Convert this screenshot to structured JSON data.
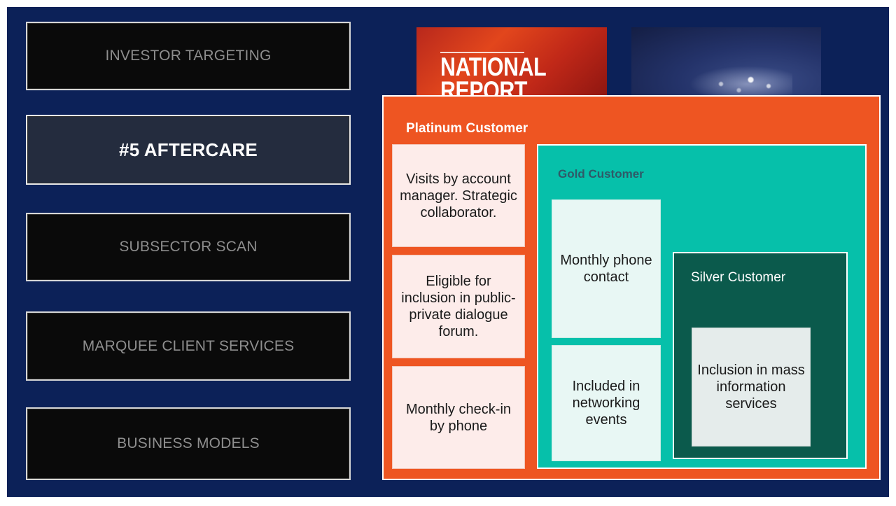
{
  "nav": {
    "items": [
      {
        "label": "INVESTOR TARGETING",
        "active": false
      },
      {
        "label": "#5 AFTERCARE",
        "active": true
      },
      {
        "label": "SUBSECTOR SCAN",
        "active": false
      },
      {
        "label": "MARQUEE CLIENT SERVICES",
        "active": false
      },
      {
        "label": "BUSINESS MODELS",
        "active": false
      }
    ]
  },
  "thumbnails": {
    "report_title": "NATIONAL REPORT",
    "night_icon": "night-lights-image"
  },
  "tiers": {
    "platinum": {
      "title": "Platinum Customer",
      "color": "#ee5522",
      "items": [
        "Visits by account manager. Strategic collaborator.",
        "Eligible for inclusion in public-private dialogue forum.",
        "Monthly check-in by phone"
      ]
    },
    "gold": {
      "title": "Gold Customer",
      "color": "#06c0aa",
      "items": [
        "Monthly phone contact",
        "Included in networking events"
      ]
    },
    "silver": {
      "title": "Silver Customer",
      "color": "#0b5a4c",
      "items": [
        "Inclusion in mass information services"
      ]
    }
  }
}
